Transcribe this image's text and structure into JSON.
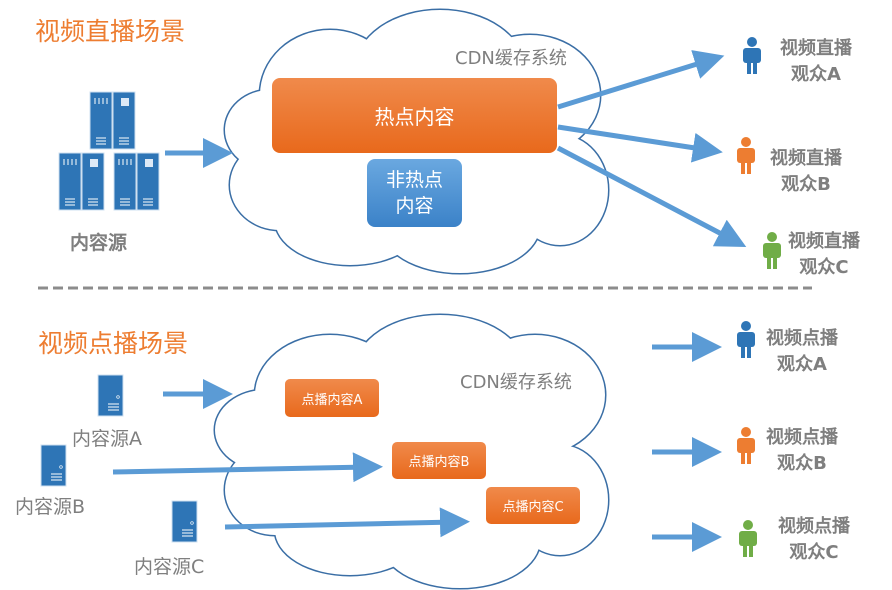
{
  "live": {
    "title": "视频直播场景",
    "cdn_label": "CDN缓存系统",
    "hot_content": "热点内容",
    "cold_content_line1": "非热点",
    "cold_content_line2": "内容",
    "source_label": "内容源",
    "audiences": [
      {
        "line1": "视频直播",
        "line2": "观众A",
        "color": "#2e75b6"
      },
      {
        "line1": "视频直播",
        "line2": "观众B",
        "color": "#ed7d31"
      },
      {
        "line1": "视频直播",
        "line2": "观众C",
        "color": "#70ad47"
      }
    ]
  },
  "vod": {
    "title": "视频点播场景",
    "cdn_label": "CDN缓存系统",
    "contents": [
      "点播内容A",
      "点播内容B",
      "点播内容C"
    ],
    "sources": [
      "内容源A",
      "内容源B",
      "内容源C"
    ],
    "audiences": [
      {
        "line1": "视频点播",
        "line2": "观众A",
        "color": "#2e75b6"
      },
      {
        "line1": "视频点播",
        "line2": "观众B",
        "color": "#ed7d31"
      },
      {
        "line1": "视频点播",
        "line2": "观众C",
        "color": "#70ad47"
      }
    ]
  },
  "colors": {
    "accent": "#ed7d31",
    "arrow": "#5b9bd5",
    "server": "#2e75b6",
    "cloud_stroke": "#3a6ea5"
  }
}
